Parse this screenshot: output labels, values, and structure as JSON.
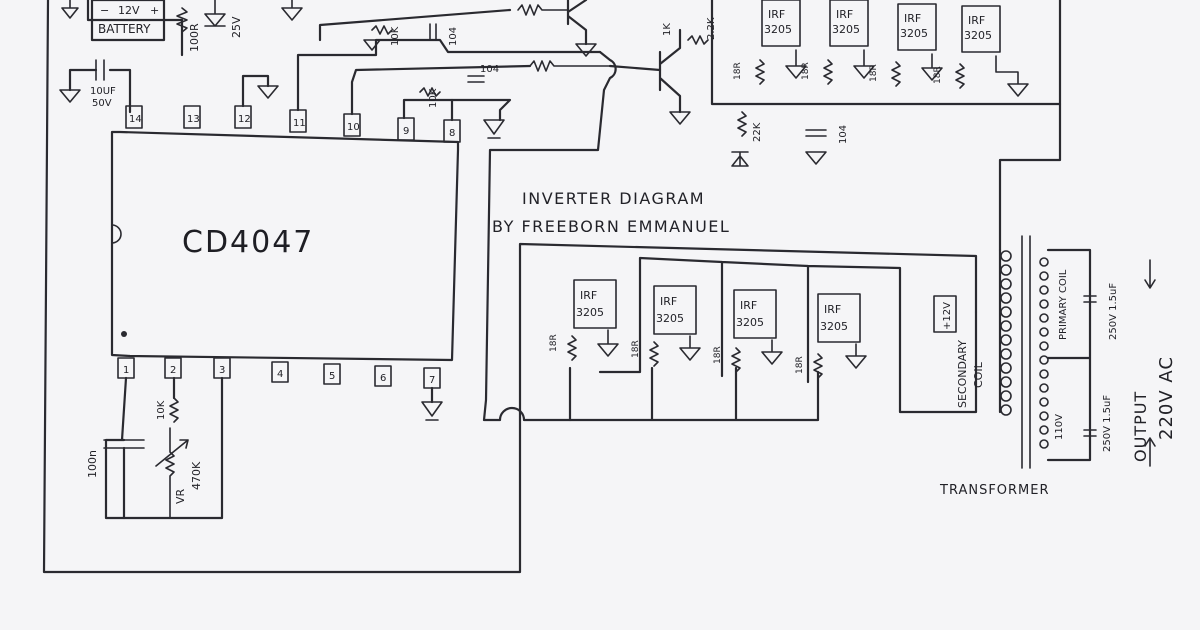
{
  "title": {
    "line1": "INVERTER DIAGRAM",
    "line2": "BY FREEBORN EMMANUEL"
  },
  "ic": {
    "name": "CD4047",
    "top_pins": [
      "14",
      "13",
      "12",
      "11",
      "10",
      "9",
      "8"
    ],
    "bottom_pins": [
      "1",
      "2",
      "3",
      "4",
      "5",
      "6",
      "7"
    ]
  },
  "battery": {
    "label": "BATTERY",
    "voltage": "12V",
    "minus": "−",
    "plus": "+"
  },
  "labels": {
    "r100": "100R",
    "v25": "25V",
    "cap10uf": "10UF",
    "cap50v": "50V",
    "r10k_a": "10K",
    "c104_a": "104",
    "r10k_b": "10K",
    "c104_b": "104",
    "r1k": "1K",
    "r22k_a": "2.2K",
    "r22k_b": "22K",
    "c104_c": "104",
    "cap100n": "100n",
    "r10k_c": "10K",
    "r470k": "470K",
    "vr": "VR",
    "plus12v": "+12V",
    "secondary1": "SECONDARY",
    "secondary2": "COIL",
    "primary": "PRIMARY COIL",
    "transformer": "TRANSFORMER",
    "v110": "110V",
    "cap_top": "250V 1.5uF",
    "cap_bot": "250V 1.5uF",
    "output1": "OUTPUT",
    "output2": "220V AC",
    "resistor18r": "18R"
  },
  "mosfets_top": [
    {
      "line1": "IRF",
      "line2": "3205"
    },
    {
      "line1": "IRF",
      "line2": "3205"
    },
    {
      "line1": "IRF",
      "line2": "3205"
    },
    {
      "line1": "IRF",
      "line2": "3205"
    }
  ],
  "mosfets_bottom": [
    {
      "line1": "IRF",
      "line2": "3205"
    },
    {
      "line1": "IRF",
      "line2": "3205"
    },
    {
      "line1": "IRF",
      "line2": "3205"
    },
    {
      "line1": "IRF",
      "line2": "3205"
    }
  ]
}
